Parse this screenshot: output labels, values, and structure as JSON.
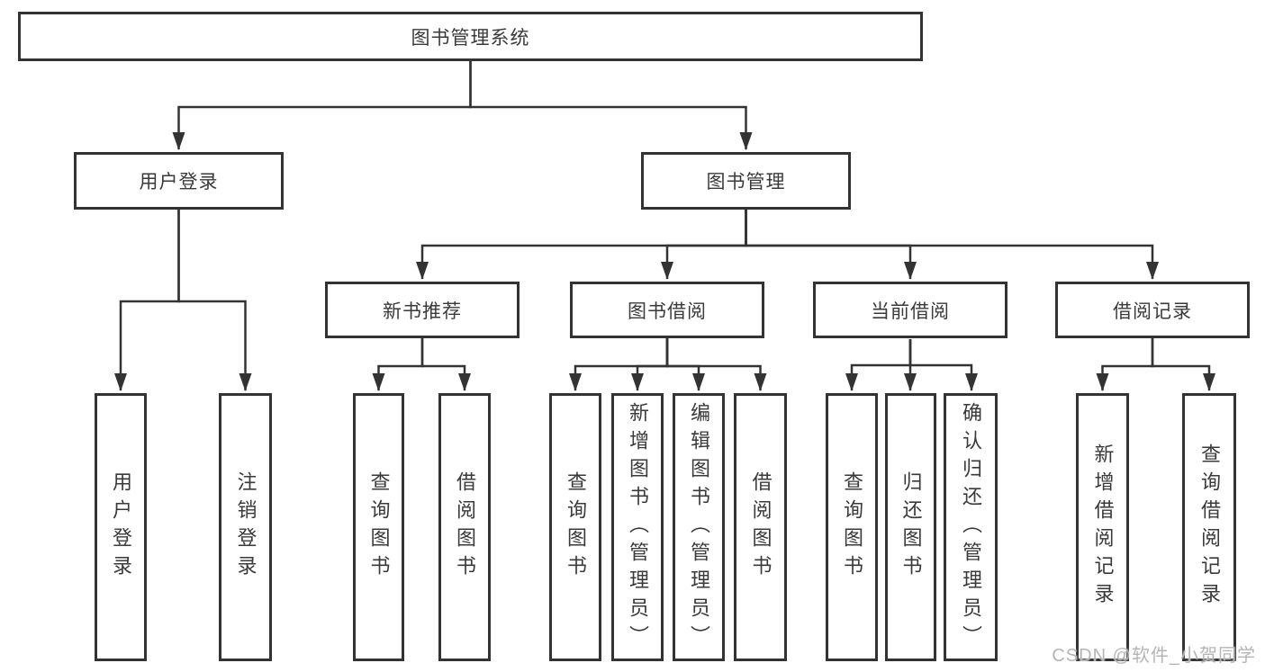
{
  "diagram_title": "图书管理系统",
  "nodes": {
    "root": "图书管理系统",
    "user_login": "用户登录",
    "book_management": "图书管理",
    "new_book_recommend": "新书推荐",
    "book_borrowing": "图书借阅",
    "current_borrowing": "当前借阅",
    "borrowing_records": "借阅记录",
    "leaf_user_login": "用户登录",
    "leaf_logout": "注销登录",
    "leaf_query_books_1": "查询图书",
    "leaf_borrow_books_1": "借阅图书",
    "leaf_query_books_2": "查询图书",
    "leaf_add_books_admin": "新增图书（管理员）",
    "leaf_edit_books_admin": "编辑图书（管理员）",
    "leaf_borrow_books_2": "借阅图书",
    "leaf_query_books_3": "查询图书",
    "leaf_return_books": "归还图书",
    "leaf_confirm_return_admin": "确认归还（管理员）",
    "leaf_add_borrow_record": "新增借阅记录",
    "leaf_query_borrow_record": "查询借阅记录"
  },
  "edges": [
    {
      "from": "root",
      "to": "user_login"
    },
    {
      "from": "root",
      "to": "book_management"
    },
    {
      "from": "user_login",
      "to": "leaf_user_login"
    },
    {
      "from": "user_login",
      "to": "leaf_logout"
    },
    {
      "from": "book_management",
      "to": "new_book_recommend"
    },
    {
      "from": "book_management",
      "to": "book_borrowing"
    },
    {
      "from": "book_management",
      "to": "current_borrowing"
    },
    {
      "from": "book_management",
      "to": "borrowing_records"
    },
    {
      "from": "new_book_recommend",
      "to": "leaf_query_books_1"
    },
    {
      "from": "new_book_recommend",
      "to": "leaf_borrow_books_1"
    },
    {
      "from": "book_borrowing",
      "to": "leaf_query_books_2"
    },
    {
      "from": "book_borrowing",
      "to": "leaf_add_books_admin"
    },
    {
      "from": "book_borrowing",
      "to": "leaf_edit_books_admin"
    },
    {
      "from": "book_borrowing",
      "to": "leaf_borrow_books_2"
    },
    {
      "from": "current_borrowing",
      "to": "leaf_query_books_3"
    },
    {
      "from": "current_borrowing",
      "to": "leaf_return_books"
    },
    {
      "from": "current_borrowing",
      "to": "leaf_confirm_return_admin"
    },
    {
      "from": "borrowing_records",
      "to": "leaf_add_borrow_record"
    },
    {
      "from": "borrowing_records",
      "to": "leaf_query_borrow_record"
    }
  ],
  "watermark": "CSDN @软件_小贺同学",
  "colors": {
    "background": "#ffffff",
    "box_fill": "#ffffff",
    "box_border": "#333333",
    "connector_line": "#333333",
    "text": "#3a3a3a",
    "watermark": "#b5b5b5"
  }
}
